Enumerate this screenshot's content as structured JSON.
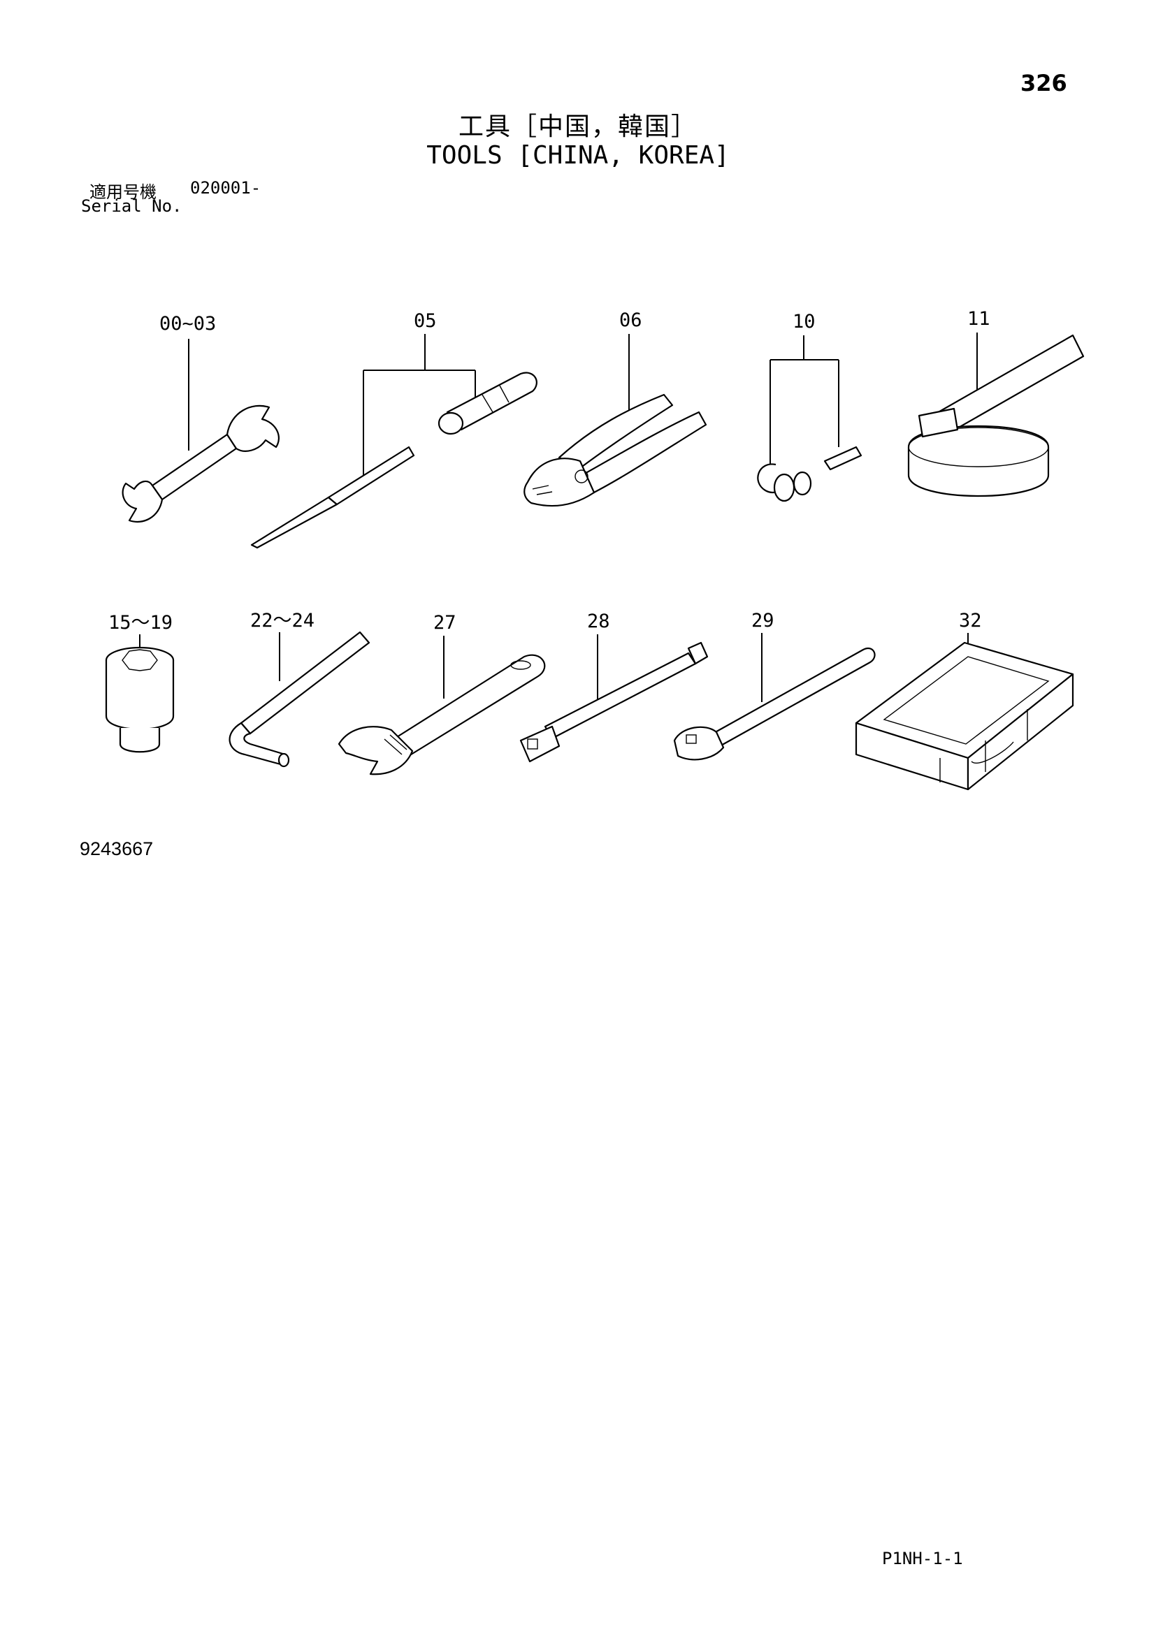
{
  "page_number": "326",
  "title": {
    "japanese": "工具［中国，韓国］",
    "english": "TOOLS [CHINA, KOREA]"
  },
  "serial": {
    "japanese_label": "適用号機",
    "value": "020001-",
    "english_label": "Serial No."
  },
  "parts": [
    {
      "ref": "00~03"
    },
    {
      "ref": "05"
    },
    {
      "ref": "06"
    },
    {
      "ref": "10"
    },
    {
      "ref": "11"
    },
    {
      "ref": "15～19"
    },
    {
      "ref": "22～24"
    },
    {
      "ref": "27"
    },
    {
      "ref": "28"
    },
    {
      "ref": "29"
    },
    {
      "ref": "32"
    }
  ],
  "drawing_number": "9243667",
  "page_code": "P1NH-1-1"
}
